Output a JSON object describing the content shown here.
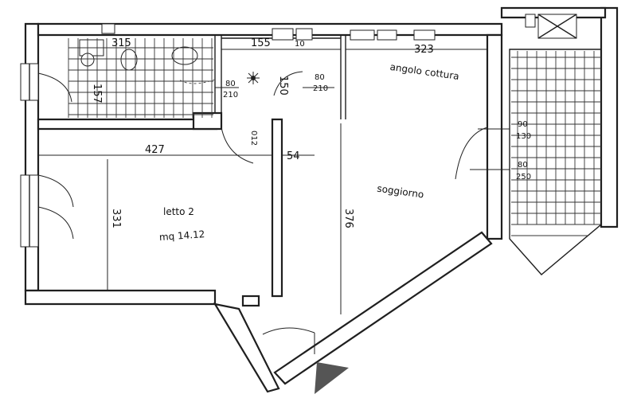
{
  "plan": {
    "rooms": {
      "kitchen_corner": "angolo cottura",
      "living_room": "soggiorno",
      "bedroom_name": "letto 2",
      "bedroom_area": "mq 14.12"
    },
    "dimensions": {
      "bath_width": "315",
      "bath_depth": "157",
      "hall_width": "155",
      "hall_depth": "150",
      "kitchen_width": "323",
      "bedroom_width": "427",
      "bedroom_depth": "331",
      "living_depth": "376",
      "hall_gap": "54",
      "small_mark": "10",
      "closet_mark": "012"
    },
    "doors": {
      "bath_door_w": "80",
      "bath_door_h": "210",
      "hall_door_w": "80",
      "hall_door_h": "210",
      "balcony_win1_w": "90",
      "balcony_win1_h": "130",
      "balcony_door_w": "80",
      "balcony_door_h": "250"
    },
    "colors": {
      "line": "#1f1f1f",
      "north_arrow": "#555555"
    }
  }
}
